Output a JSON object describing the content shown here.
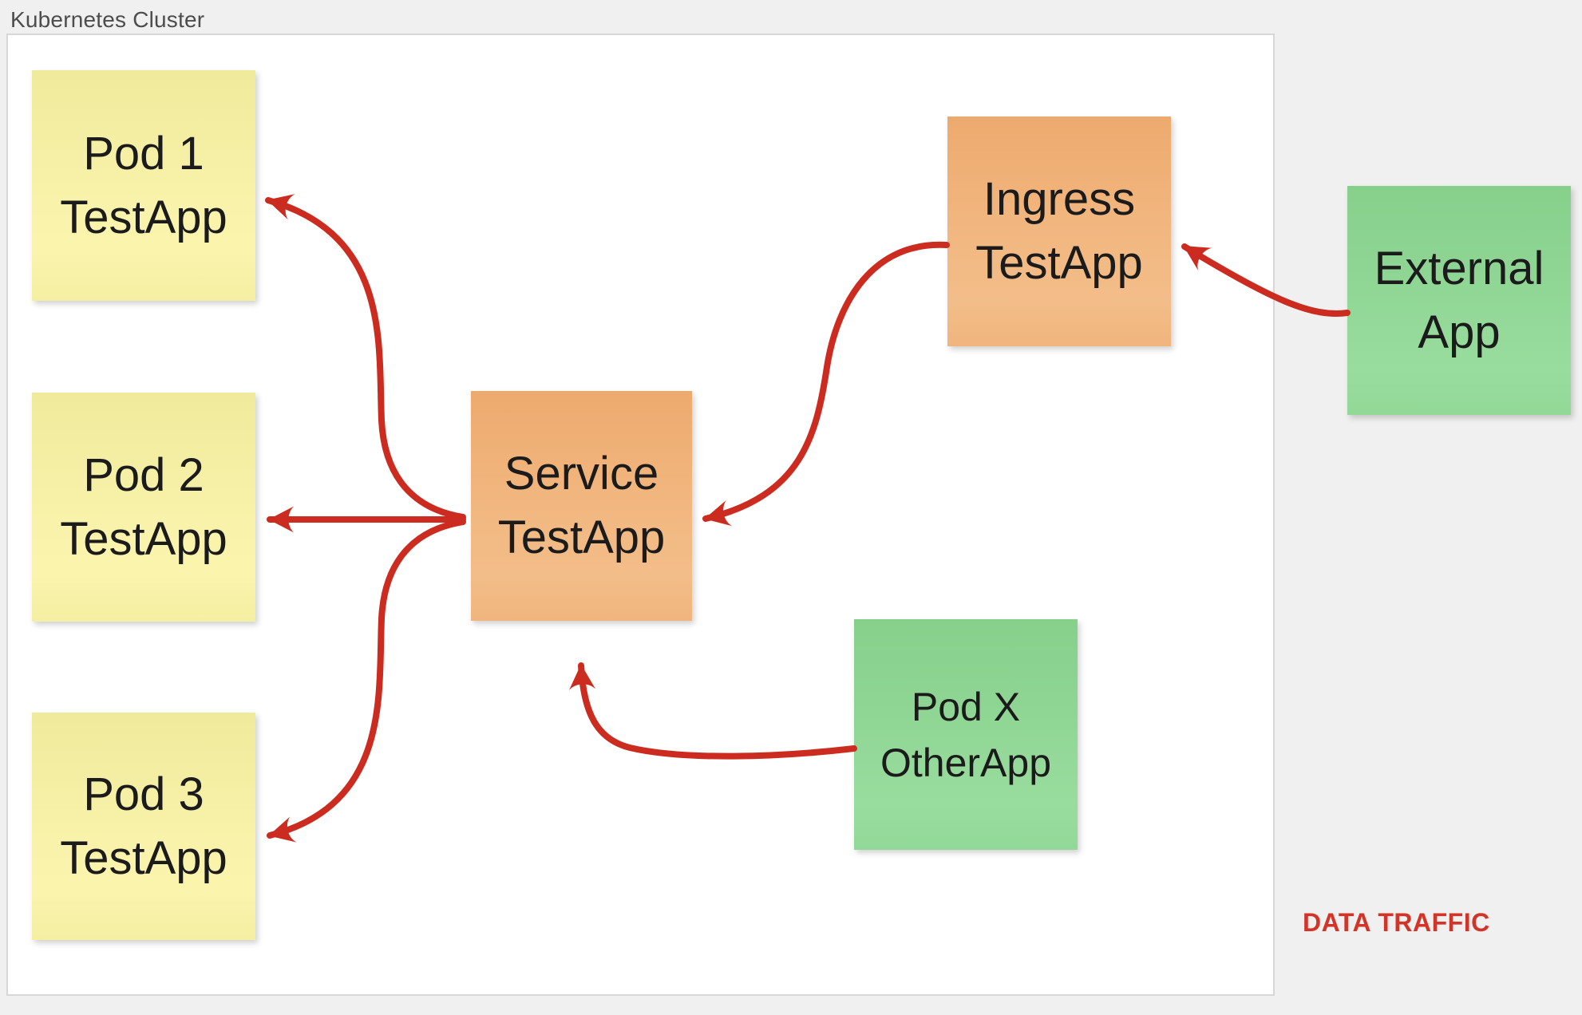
{
  "title": "Kubernetes Cluster",
  "legend_label": "DATA TRAFFIC",
  "colors": {
    "page_background": "#f0f0f0",
    "cluster_background": "#ffffff",
    "cluster_border": "#d7d7d7",
    "pod_yellow": "#f4eea1",
    "service_orange": "#efb279",
    "app_green": "#90d695",
    "arrow_red": "#cc2b1f",
    "legend_red": "#d23527",
    "title_gray": "#4d4d4d"
  },
  "nodes": {
    "pod1": {
      "line1": "Pod 1",
      "line2": "TestApp"
    },
    "pod2": {
      "line1": "Pod 2",
      "line2": "TestApp"
    },
    "pod3": {
      "line1": "Pod 3",
      "line2": "TestApp"
    },
    "service": {
      "line1": "Service",
      "line2": "TestApp"
    },
    "ingress": {
      "line1": "Ingress",
      "line2": "TestApp"
    },
    "podx": {
      "line1": "Pod X",
      "line2": "OtherApp"
    },
    "external": {
      "line1": "External",
      "line2": "App"
    }
  },
  "edges": [
    {
      "from": "External App",
      "to": "Ingress TestApp"
    },
    {
      "from": "Ingress TestApp",
      "to": "Service TestApp"
    },
    {
      "from": "Service TestApp",
      "to": "Pod 1 TestApp"
    },
    {
      "from": "Service TestApp",
      "to": "Pod 2 TestApp"
    },
    {
      "from": "Service TestApp",
      "to": "Pod 3 TestApp"
    },
    {
      "from": "Pod X OtherApp",
      "to": "Service TestApp"
    }
  ]
}
